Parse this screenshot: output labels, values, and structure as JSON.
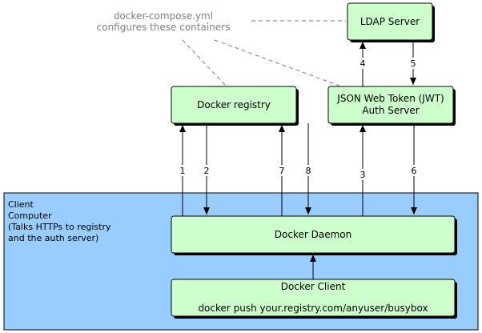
{
  "note": {
    "line1": "docker-compose.yml",
    "line2": "configures these containers"
  },
  "ldap": {
    "label": "LDAP Server"
  },
  "registry": {
    "label": "Docker registry"
  },
  "auth": {
    "line1": "JSON Web Token (JWT)",
    "line2": "Auth Server"
  },
  "client_area": {
    "line1": "Client",
    "line2": "Computer",
    "line3": "(Talks HTTPs to registry",
    "line4": "and the auth server)"
  },
  "daemon": {
    "label": "Docker Daemon"
  },
  "docker_client": {
    "title": "Docker Client",
    "command": "docker push your.registry.com/anyuser/busybox"
  },
  "steps": [
    "1",
    "2",
    "3",
    "4",
    "5",
    "6",
    "7",
    "8"
  ],
  "colors": {
    "box_fill": "#ccffcc",
    "client_area_fill": "#99ccff",
    "note_color": "#808080"
  }
}
